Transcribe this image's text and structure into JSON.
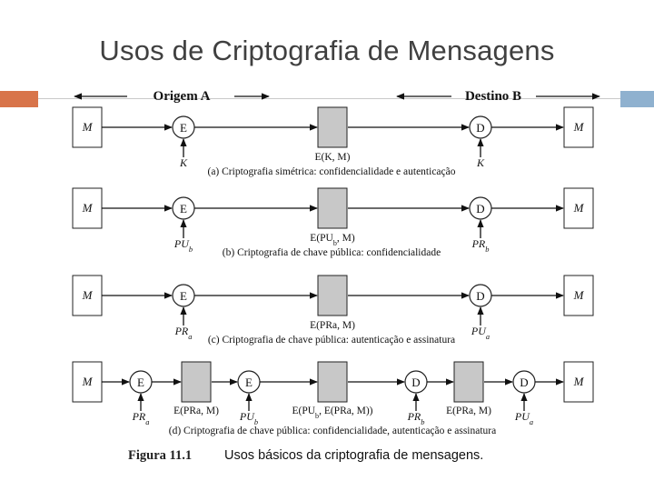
{
  "slide": {
    "title": "Usos de Criptografia de Mensagens"
  },
  "diagram": {
    "origin_label": "Origem A",
    "dest_label": "Destino B",
    "plain_label": "M",
    "encrypt_label": "E",
    "decrypt_label": "D",
    "rows": [
      {
        "key_left": "K",
        "key_right": "K",
        "cipher": "E(K, M)",
        "caption": "(a) Criptografia simétrica: confidencialidade e autenticação"
      },
      {
        "key_left": "PU_b",
        "key_right": "PR_b",
        "cipher": "E(PU_b, M)",
        "caption": "(b) Criptografia de chave pública: confidencialidade"
      },
      {
        "key_left": "PR_a",
        "key_right": "PU_a",
        "cipher": "E(PRa, M)",
        "caption": "(c) Criptografia de chave pública: autenticação e assinatura"
      },
      {
        "key_1": "PR_a",
        "key_2": "PU_b",
        "key_3": "PR_b",
        "key_4": "PU_a",
        "cipher_1": "E(PRa, M)",
        "cipher_2": "E(PU_b, E(PRa, M))",
        "cipher_3": "E(PRa, M)",
        "caption": "(d) Criptografia de chave pública: confidencialidade, autenticação e assinatura"
      }
    ],
    "figure_number": "Figura 11.1",
    "figure_caption": "Usos básicos da criptografia de mensagens."
  },
  "colors": {
    "accent_left": "#d8744a",
    "accent_right": "#8fb1cf",
    "box_fill": "#c8c8c8"
  }
}
